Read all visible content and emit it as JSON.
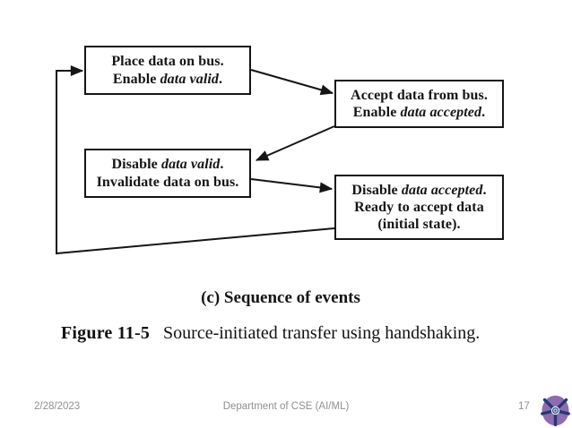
{
  "slide": {
    "ink_color": "#151515",
    "background": "#ffffff",
    "footer": {
      "date": "2/28/2023",
      "department": "Department of CSE (AI/ML)",
      "page_number": "17",
      "text_color": "#909090",
      "logo": {
        "purple": "#8f6bb0",
        "navy": "#223a70",
        "accent_blue": "#2e5ba8"
      }
    }
  },
  "diagram": {
    "type": "flow-sequence",
    "sub_caption": "(c) Sequence of events",
    "figure_label": "Figure 11-5",
    "figure_title": "Source-initiated transfer using handshaking.",
    "boxes": [
      {
        "id": "place-data",
        "lines": [
          {
            "pre": "Place data on bus.",
            "em": "",
            "post": ""
          },
          {
            "pre": "Enable ",
            "em": "data valid",
            "post": "."
          }
        ]
      },
      {
        "id": "accept-data",
        "lines": [
          {
            "pre": "Accept data from bus.",
            "em": "",
            "post": ""
          },
          {
            "pre": "Enable ",
            "em": "data accepted",
            "post": "."
          }
        ]
      },
      {
        "id": "disable-valid",
        "lines": [
          {
            "pre": "Disable ",
            "em": "data valid",
            "post": "."
          },
          {
            "pre": "Invalidate data on bus.",
            "em": "",
            "post": ""
          }
        ]
      },
      {
        "id": "disable-accepted",
        "lines": [
          {
            "pre": "Disable ",
            "em": "data accepted",
            "post": "."
          },
          {
            "pre": "Ready to accept data",
            "em": "",
            "post": ""
          },
          {
            "pre": "(initial state).",
            "em": "",
            "post": ""
          }
        ]
      }
    ],
    "edges": [
      {
        "from": "place-data",
        "to": "accept-data"
      },
      {
        "from": "accept-data",
        "to": "disable-valid"
      },
      {
        "from": "disable-valid",
        "to": "disable-accepted"
      },
      {
        "from": "disable-accepted",
        "to": "place-data",
        "loop": true
      }
    ]
  }
}
